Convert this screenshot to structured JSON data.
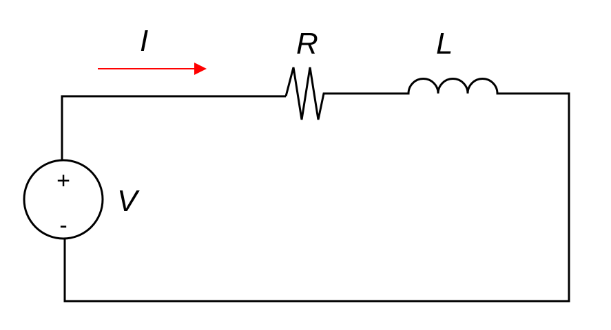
{
  "labels": {
    "current": "I",
    "resistor": "R",
    "inductor": "L",
    "source": "V",
    "plus": "+",
    "minus": "-"
  },
  "colors": {
    "wire": "#000000",
    "current_arrow": "#ff0000",
    "background": "#ffffff"
  }
}
